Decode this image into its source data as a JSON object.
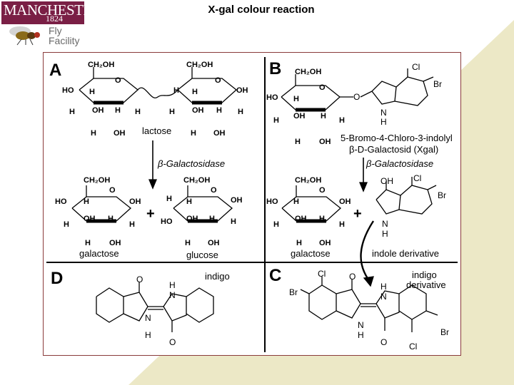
{
  "page_title": "X-gal colour reaction",
  "logo": {
    "word": "MANCHESTER",
    "year": "1824",
    "line1": "Fly",
    "line2": "Facility"
  },
  "panels": {
    "A": "A",
    "B": "B",
    "C": "C",
    "D": "D"
  },
  "labels": {
    "lactose": "lactose",
    "enzyme_a": "β-Galactosidase",
    "enzyme_b": "β-Galactosidase",
    "xgal_1": "5-Bromo-4-Chloro-3-indolyl",
    "xgal_2": "β-D-Galactosid (Xgal)",
    "galactose_a": "galactose",
    "glucose": "glucose",
    "galactose_b": "galactose",
    "indole_derivative": "indole derivative",
    "indigo": "indigo",
    "indigo_derivative_1": "indigo",
    "indigo_derivative_2": "derivative",
    "plus": "+"
  },
  "atoms": {
    "ch2oh": "CH₂OH",
    "o": "O",
    "h": "H",
    "oh": "OH",
    "ho": "HO",
    "n": "N",
    "cl": "Cl",
    "br": "Br"
  },
  "colors": {
    "logo_bg": "#7a1f45",
    "background_triangle": "#ece8c6",
    "panel_border": "#8a3b3b"
  }
}
